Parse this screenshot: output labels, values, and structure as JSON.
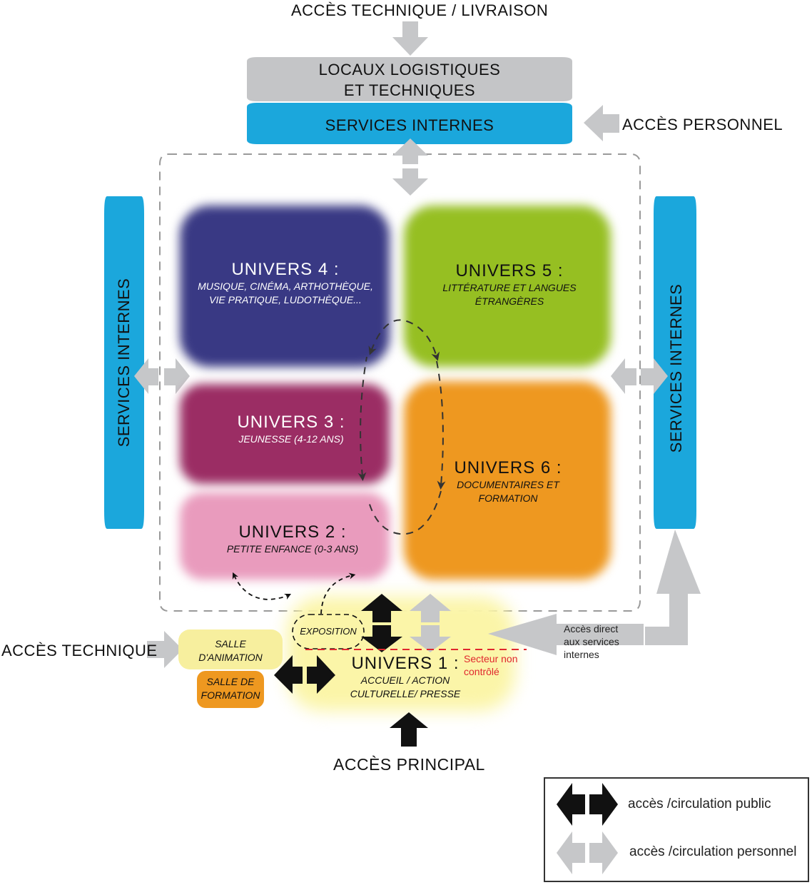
{
  "labels": {
    "top_access": "ACCÈS TECHNIQUE / LIVRAISON",
    "logistics_line1": "LOCAUX LOGISTIQUES",
    "logistics_line2": "ET TECHNIQUES",
    "services_top": "SERVICES INTERNES",
    "staff_access": "ACCÈS PERSONNEL",
    "services_left": "SERVICES INTERNES",
    "services_right": "SERVICES INTERNES",
    "tech_access_left": "ACCÈS TECHNIQUE",
    "main_access": "ACCÈS PRINCIPAL",
    "direct_access_line1": "Accès direct",
    "direct_access_line2": "aux services",
    "direct_access_line3": "internes",
    "uncontrolled_line1": "Secteur non",
    "uncontrolled_line2": "contrôlé"
  },
  "univers": [
    {
      "id": 1,
      "title": "UNIVERS 1 :",
      "sub": [
        "ACCUEIL / ACTION",
        "CULTURELLE/ PRESSE"
      ],
      "color": "#fbf5a8"
    },
    {
      "id": 2,
      "title": "UNIVERS 2 :",
      "sub": [
        "PETITE ENFANCE (0-3 ANS)"
      ],
      "color": "#e99bbd"
    },
    {
      "id": 3,
      "title": "UNIVERS 3 :",
      "sub": [
        "JEUNESSE (4-12 ANS)"
      ],
      "color": "#9b2d64"
    },
    {
      "id": 4,
      "title": "UNIVERS 4 :",
      "sub": [
        "MUSIQUE, CINÉMA, ARTHOTHÈQUE,",
        "VIE PRATIQUE, LUDOTHÈQUE..."
      ],
      "color": "#393984"
    },
    {
      "id": 5,
      "title": "UNIVERS 5 :",
      "sub": [
        "LITTÉRATURE ET LANGUES",
        "ÉTRANGÈRES"
      ],
      "color": "#96bf22"
    },
    {
      "id": 6,
      "title": "UNIVERS 6 :",
      "sub": [
        "DOCUMENTAIRES ET",
        "FORMATION"
      ],
      "color": "#ee9820"
    }
  ],
  "rooms": {
    "animation_line1": "SALLE",
    "animation_line2": "D'ANIMATION",
    "formation_line1": "SALLE DE",
    "formation_line2": "FORMATION",
    "exposition": "EXPOSITION"
  },
  "legend": {
    "public": "accès /circulation public",
    "staff": "accès /circulation personnel"
  },
  "colors": {
    "services_blue": "#1ba7dc",
    "logistics_gray": "#c4c5c7",
    "arrow_gray": "#c6c7c9",
    "arrow_black": "#111111",
    "uncontrolled_red": "#e0282e",
    "animation_yellow": "#f7ef9e",
    "formation_orange": "#ee9820"
  }
}
